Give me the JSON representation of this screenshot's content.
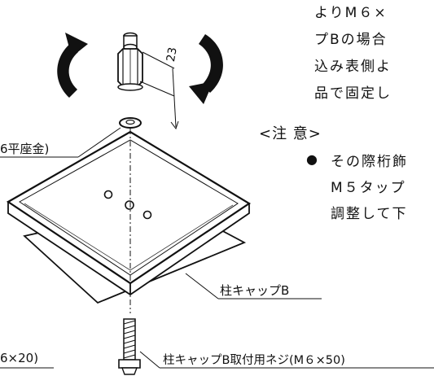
{
  "instructions": {
    "line1": "よりM６×",
    "line2": "プBの場合",
    "line3": "込み表側よ",
    "line4": "品で固定し"
  },
  "caution": {
    "heading": "<注 意>",
    "bullet": "●",
    "line1": "その際桁飾",
    "line2": "M５タップ",
    "line3": "調整して下"
  },
  "labels": {
    "washer": "6平座金)",
    "cap": "柱キャップB",
    "bolt_left": "6×20)",
    "screw": "柱キャップB取付用ネジ(M６×50)",
    "dimension": "23"
  }
}
